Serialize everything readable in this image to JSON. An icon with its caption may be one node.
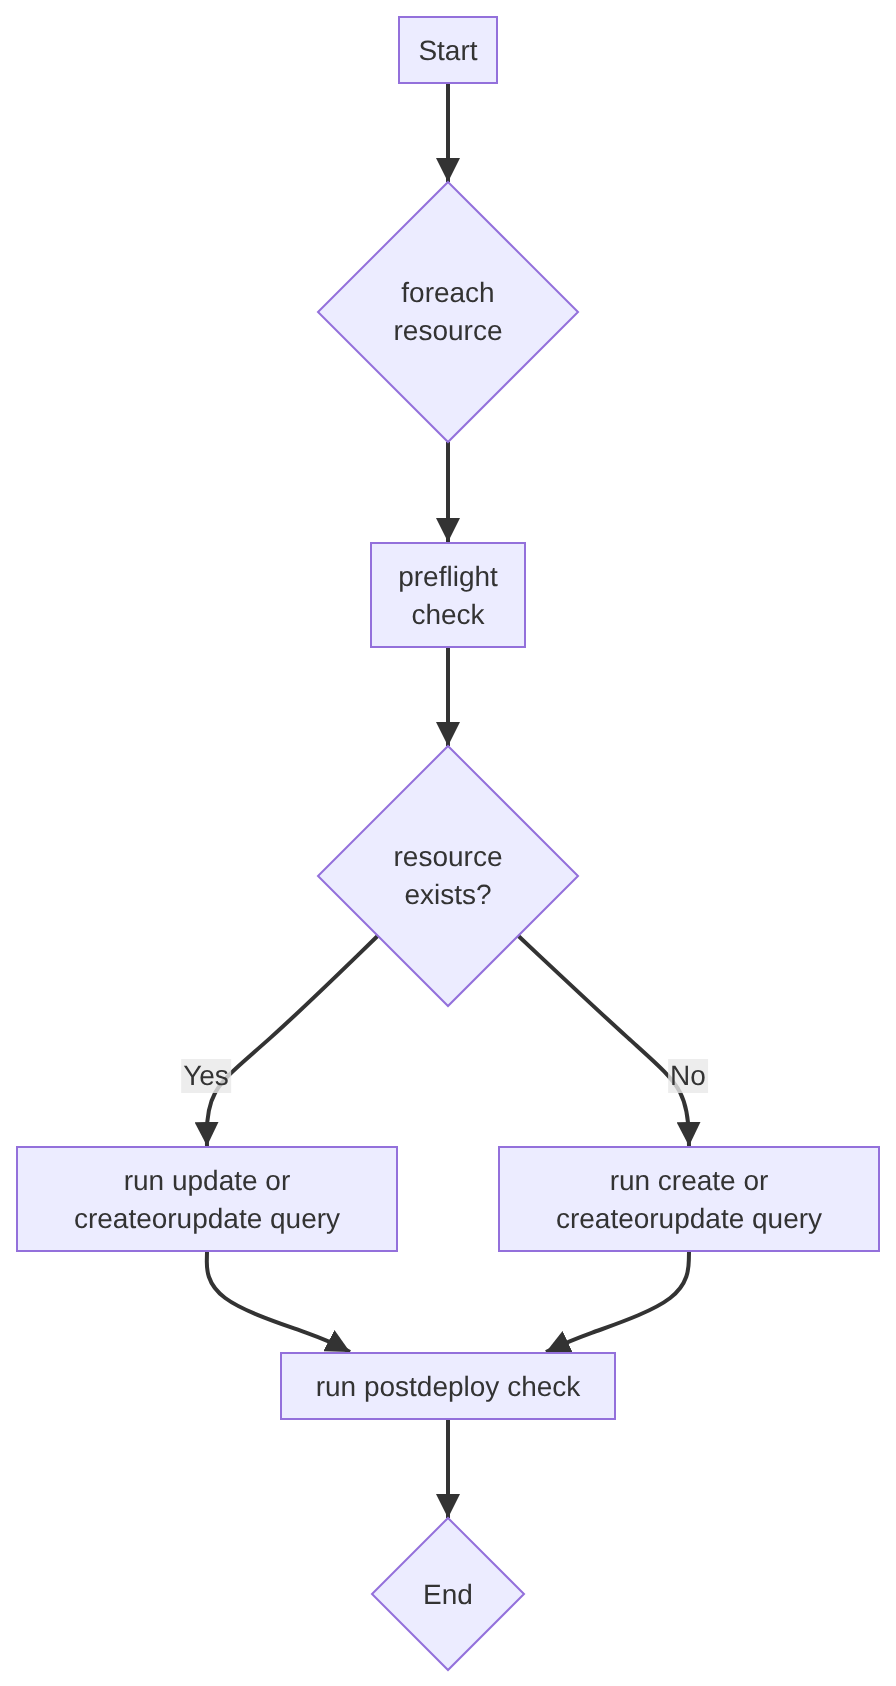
{
  "diagram": {
    "nodes": [
      {
        "text": [
          "Start"
        ]
      },
      {
        "text": [
          "foreach resource"
        ]
      },
      {
        "text": [
          "preflight check"
        ]
      },
      {
        "text": [
          "resource exists?"
        ]
      },
      {
        "text": [
          "run update or createorupdate query"
        ]
      },
      {
        "text": [
          "run create or createorupdate query"
        ]
      },
      {
        "text": [
          "run postdeploy check"
        ]
      },
      {
        "text": [
          "End"
        ]
      }
    ],
    "edges": [
      {
        "from": 0,
        "to": 1,
        "arrow": "to"
      },
      {
        "from": 1,
        "to": 2,
        "arrow": "to"
      },
      {
        "from": 2,
        "to": 3,
        "arrow": "to"
      },
      {
        "from": 3,
        "to": 4,
        "label": "Yes",
        "arrow": "to"
      },
      {
        "from": 3,
        "to": 5,
        "label": "No",
        "arrow": "to"
      },
      {
        "from": 4,
        "to": 6,
        "arrow": "to"
      },
      {
        "from": 5,
        "to": 6,
        "arrow": "to"
      },
      {
        "from": 6,
        "to": 7,
        "arrow": "to"
      }
    ]
  }
}
